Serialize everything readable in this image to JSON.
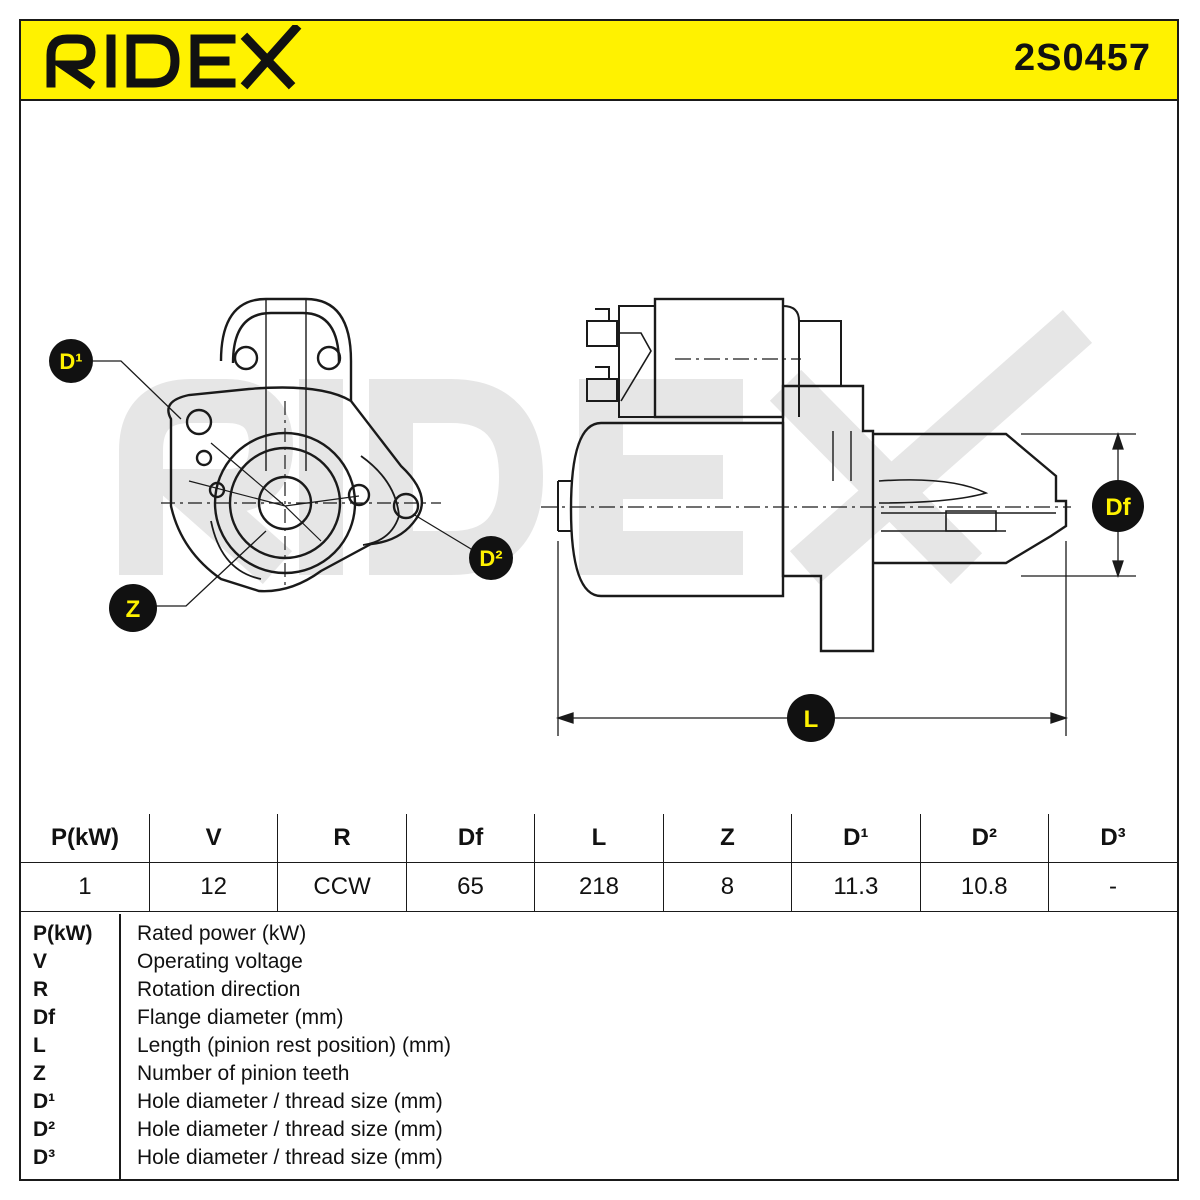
{
  "header": {
    "brand": "RIDEX",
    "part_number": "2S0457",
    "brand_color": "#fff200"
  },
  "drawing": {
    "callouts": {
      "d1": "D¹",
      "d2": "D²",
      "z": "Z",
      "df": "Df",
      "l": "L"
    },
    "watermark": "RIDEX",
    "callout_fill": "#111111",
    "callout_text_color": "#fff200"
  },
  "spec_table": {
    "headers": [
      "P(kW)",
      "V",
      "R",
      "Df",
      "L",
      "Z",
      "D¹",
      "D²",
      "D³"
    ],
    "values": [
      "1",
      "12",
      "CCW",
      "65",
      "218",
      "8",
      "11.3",
      "10.8",
      "-"
    ]
  },
  "legend": [
    {
      "code": "P(kW)",
      "desc": "Rated power (kW)"
    },
    {
      "code": "V",
      "desc": "Operating voltage"
    },
    {
      "code": "R",
      "desc": "Rotation direction"
    },
    {
      "code": "Df",
      "desc": "Flange diameter (mm)"
    },
    {
      "code": "L",
      "desc": "Length (pinion rest position) (mm)"
    },
    {
      "code": "Z",
      "desc": "Number of pinion teeth"
    },
    {
      "code": "D¹",
      "desc": "Hole diameter / thread size (mm)"
    },
    {
      "code": "D²",
      "desc": "Hole diameter / thread size (mm)"
    },
    {
      "code": "D³",
      "desc": "Hole diameter / thread size (mm)"
    }
  ]
}
